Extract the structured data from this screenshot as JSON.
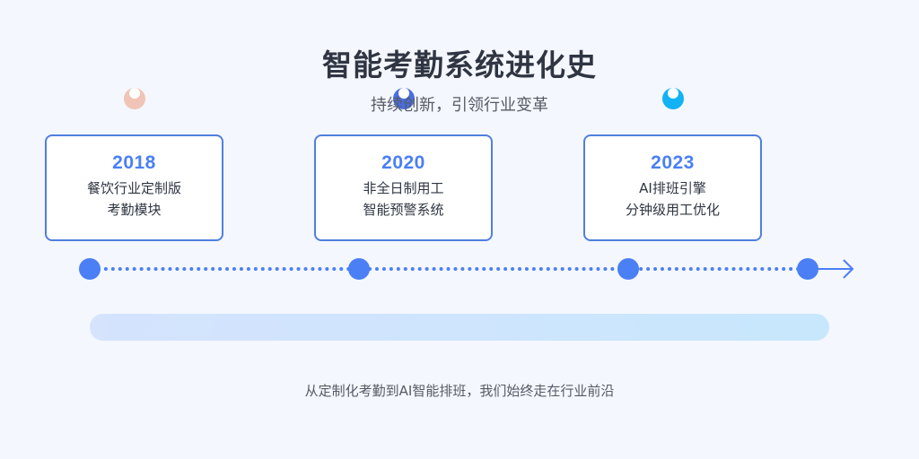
{
  "title": "智能考勤系统进化史",
  "subtitle": "持续创新，引领行业变革",
  "milestones": [
    {
      "year": "2018",
      "line1": "餐饮行业定制版",
      "line2": "考勤模块",
      "bubble_color": "#f0c4b6"
    },
    {
      "year": "2020",
      "line1": "非全日制用工",
      "line2": "智能预警系统",
      "bubble_color": "#4a6ee0"
    },
    {
      "year": "2023",
      "line1": "AI排班引擎",
      "line2": "分钟级用工优化",
      "bubble_color": "#12b2f5"
    }
  ],
  "footer": "从定制化考勤到AI智能排班，我们始终走在行业前沿",
  "colors": {
    "accent": "#4a7ff5",
    "card_border": "#4f7fe0",
    "title": "#2f3542",
    "background": "#f4f7fd"
  }
}
